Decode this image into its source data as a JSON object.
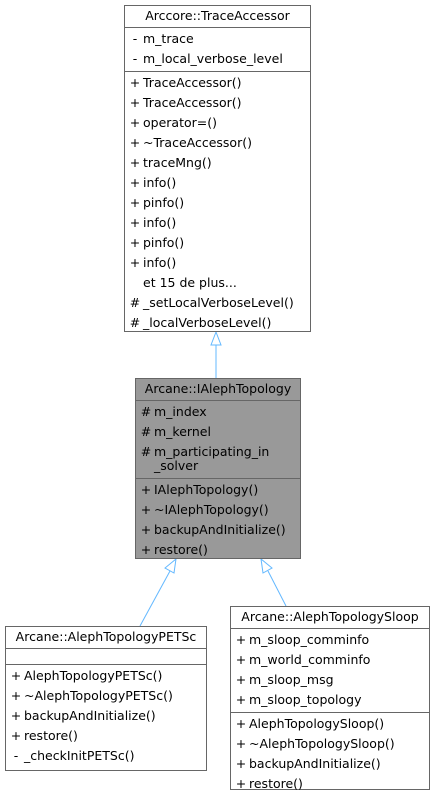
{
  "diagram": {
    "accent_edge": "#63b8ff",
    "nodes": [
      {
        "id": "trace_accessor",
        "title": "Arccore::TraceAccessor",
        "attributes": [
          {
            "vis": "-",
            "name": "m_trace"
          },
          {
            "vis": "-",
            "name": "m_local_verbose_level"
          }
        ],
        "methods": [
          {
            "vis": "+",
            "name": "TraceAccessor()"
          },
          {
            "vis": "+",
            "name": "TraceAccessor()"
          },
          {
            "vis": "+",
            "name": "operator=()"
          },
          {
            "vis": "+",
            "name": "~TraceAccessor()"
          },
          {
            "vis": "+",
            "name": "traceMng()"
          },
          {
            "vis": "+",
            "name": "info()"
          },
          {
            "vis": "+",
            "name": "pinfo()"
          },
          {
            "vis": "+",
            "name": "info()"
          },
          {
            "vis": "+",
            "name": "pinfo()"
          },
          {
            "vis": "+",
            "name": "info()"
          },
          {
            "vis": "",
            "name": "et 15 de plus..."
          },
          {
            "vis": "#",
            "name": "_setLocalVerboseLevel()"
          },
          {
            "vis": "#",
            "name": "_localVerboseLevel()"
          }
        ]
      },
      {
        "id": "ialeph_topology",
        "title": "Arcane::IAlephTopology",
        "attributes": [
          {
            "vis": "#",
            "name": "m_index"
          },
          {
            "vis": "#",
            "name": "m_kernel"
          },
          {
            "vis": "#",
            "name": "m_participating_in\n_solver"
          }
        ],
        "methods": [
          {
            "vis": "+",
            "name": "IAlephTopology()"
          },
          {
            "vis": "+",
            "name": "~IAlephTopology()"
          },
          {
            "vis": "+",
            "name": "backupAndInitialize()"
          },
          {
            "vis": "+",
            "name": "restore()"
          }
        ]
      },
      {
        "id": "aleph_topology_petsc",
        "title": "Arcane::AlephTopologyPETSc",
        "attributes": [],
        "methods": [
          {
            "vis": "+",
            "name": "AlephTopologyPETSc()"
          },
          {
            "vis": "+",
            "name": "~AlephTopologyPETSc()"
          },
          {
            "vis": "+",
            "name": "backupAndInitialize()"
          },
          {
            "vis": "+",
            "name": "restore()"
          },
          {
            "vis": "-",
            "name": "_checkInitPETSc()"
          }
        ]
      },
      {
        "id": "aleph_topology_sloop",
        "title": "Arcane::AlephTopologySloop",
        "attributes": [
          {
            "vis": "+",
            "name": "m_sloop_comminfo"
          },
          {
            "vis": "+",
            "name": "m_world_comminfo"
          },
          {
            "vis": "+",
            "name": "m_sloop_msg"
          },
          {
            "vis": "+",
            "name": "m_sloop_topology"
          }
        ],
        "methods": [
          {
            "vis": "+",
            "name": "AlephTopologySloop()"
          },
          {
            "vis": "+",
            "name": "~AlephTopologySloop()"
          },
          {
            "vis": "+",
            "name": "backupAndInitialize()"
          },
          {
            "vis": "+",
            "name": "restore()"
          }
        ]
      }
    ]
  }
}
